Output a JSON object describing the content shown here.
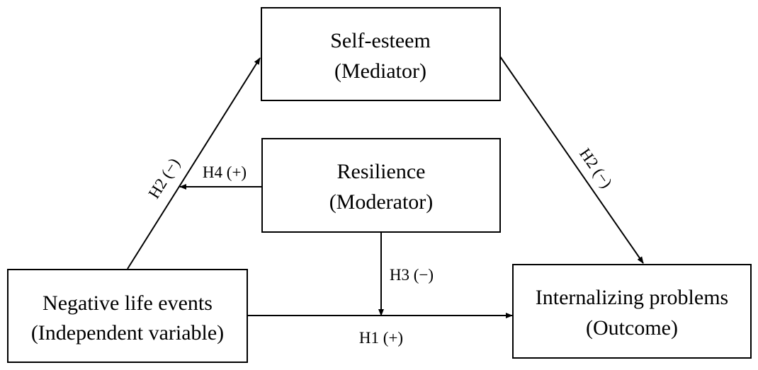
{
  "nodes": {
    "mediator": {
      "line1": "Self-esteem",
      "line2": "(Mediator)"
    },
    "moderator": {
      "line1": "Resilience",
      "line2": "(Moderator)"
    },
    "independent": {
      "line1": "Negative life events",
      "line2": "(Independent variable)"
    },
    "outcome": {
      "line1": "Internalizing problems",
      "line2": "(Outcome)"
    }
  },
  "edges": {
    "h1": "H1 (+)",
    "h2_left": "H2 (−)",
    "h2_right": "H2 (−)",
    "h3": "H3 (−)",
    "h4": "H4 (+)"
  }
}
